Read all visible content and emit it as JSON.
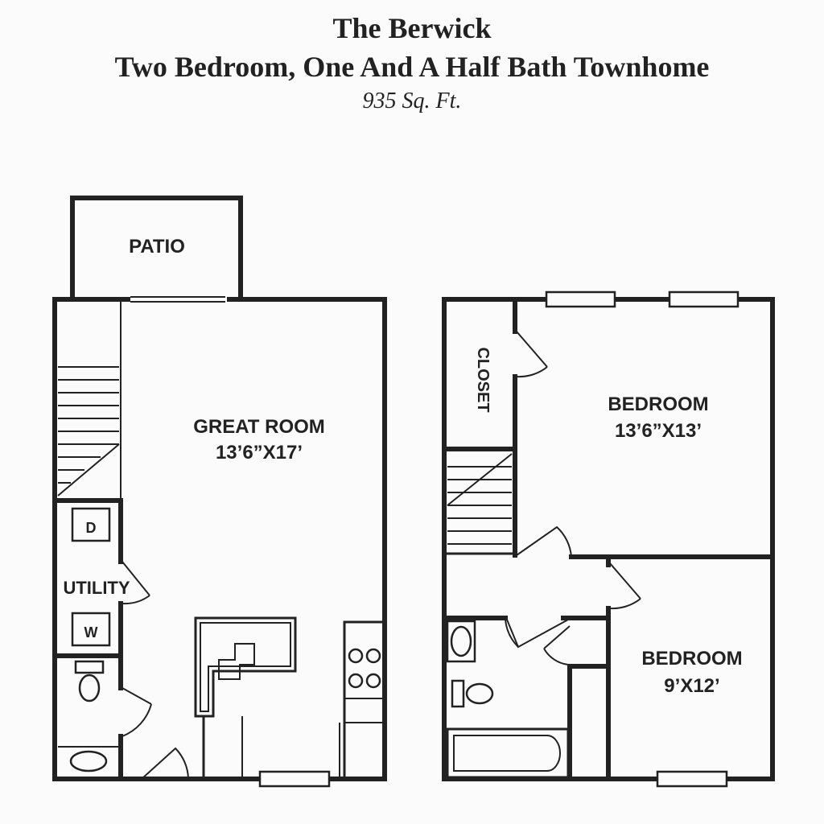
{
  "header": {
    "name": "The Berwick",
    "description": "Two Bedroom, One And A Half Bath Townhome",
    "area": "935 Sq. Ft."
  },
  "floor1": {
    "patio": "PATIO",
    "great_room": {
      "label": "GREAT ROOM",
      "dims": "13’6”X17’"
    },
    "utility": "UTILITY",
    "dryer": "D",
    "washer": "W"
  },
  "floor2": {
    "closet": "CLOSET",
    "bedroom1": {
      "label": "BEDROOM",
      "dims": "13’6”X13’"
    },
    "bedroom2": {
      "label": "BEDROOM",
      "dims": "9’X12’"
    }
  }
}
